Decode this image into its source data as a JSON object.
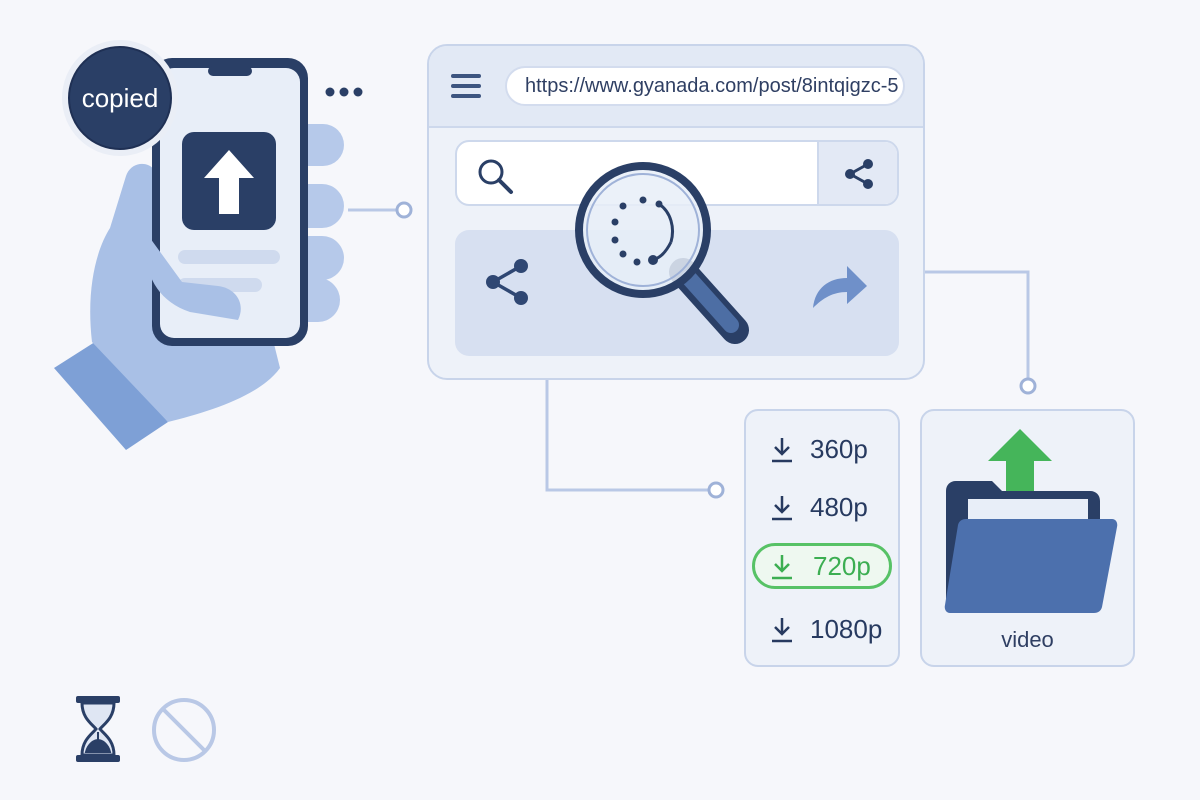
{
  "badge": {
    "text": "copied"
  },
  "browser": {
    "url": "https://www.gyanada.com/post/8intqigzc-5"
  },
  "qualities": [
    {
      "label": "360p",
      "selected": false
    },
    {
      "label": "480p",
      "selected": false
    },
    {
      "label": "720p",
      "selected": true
    },
    {
      "label": "1080p",
      "selected": false
    }
  ],
  "folder": {
    "label": "video"
  },
  "icons": {
    "phone_upload": "upload-arrow-icon",
    "more": "more-dots-icon",
    "menu": "hamburger-menu-icon",
    "search": "search-icon",
    "share": "share-icon",
    "magnifier": "magnifier-loading-icon",
    "forward": "forward-arrow-icon",
    "download": "download-icon",
    "folder": "folder-icon",
    "upload_green": "upload-green-arrow-icon",
    "hourglass": "hourglass-icon",
    "blocked": "no-entry-icon"
  },
  "colors": {
    "navy": "#2a3f66",
    "light_blue": "#8fa9d8",
    "panel": "#eef2f9",
    "green": "#3cae52"
  }
}
